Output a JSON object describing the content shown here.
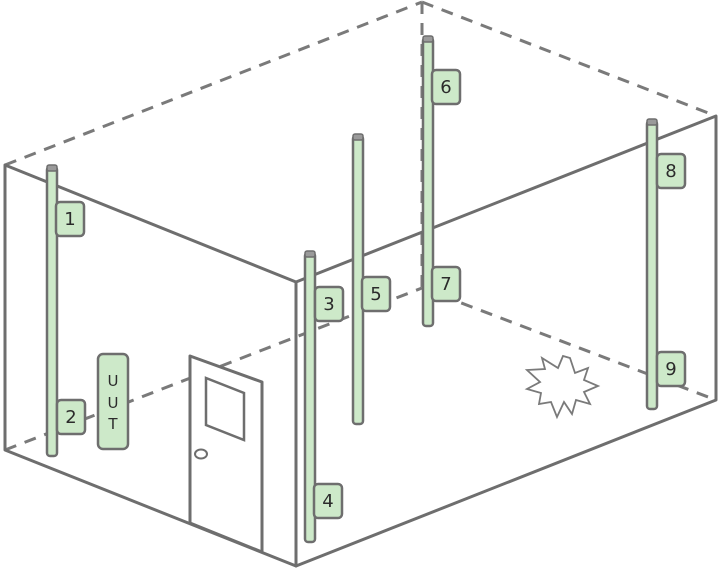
{
  "figure": {
    "antenna_labels": [
      "1",
      "2",
      "3",
      "4",
      "5",
      "6",
      "7",
      "8",
      "9"
    ],
    "unit_under_test": {
      "letters": [
        "U",
        "U",
        "T"
      ]
    },
    "colors": {
      "outline": "#6e6e6e",
      "antenna_fill": "#cde9c9",
      "background": "#ffffff"
    },
    "icons": [
      "door-icon",
      "starburst-icon"
    ]
  }
}
